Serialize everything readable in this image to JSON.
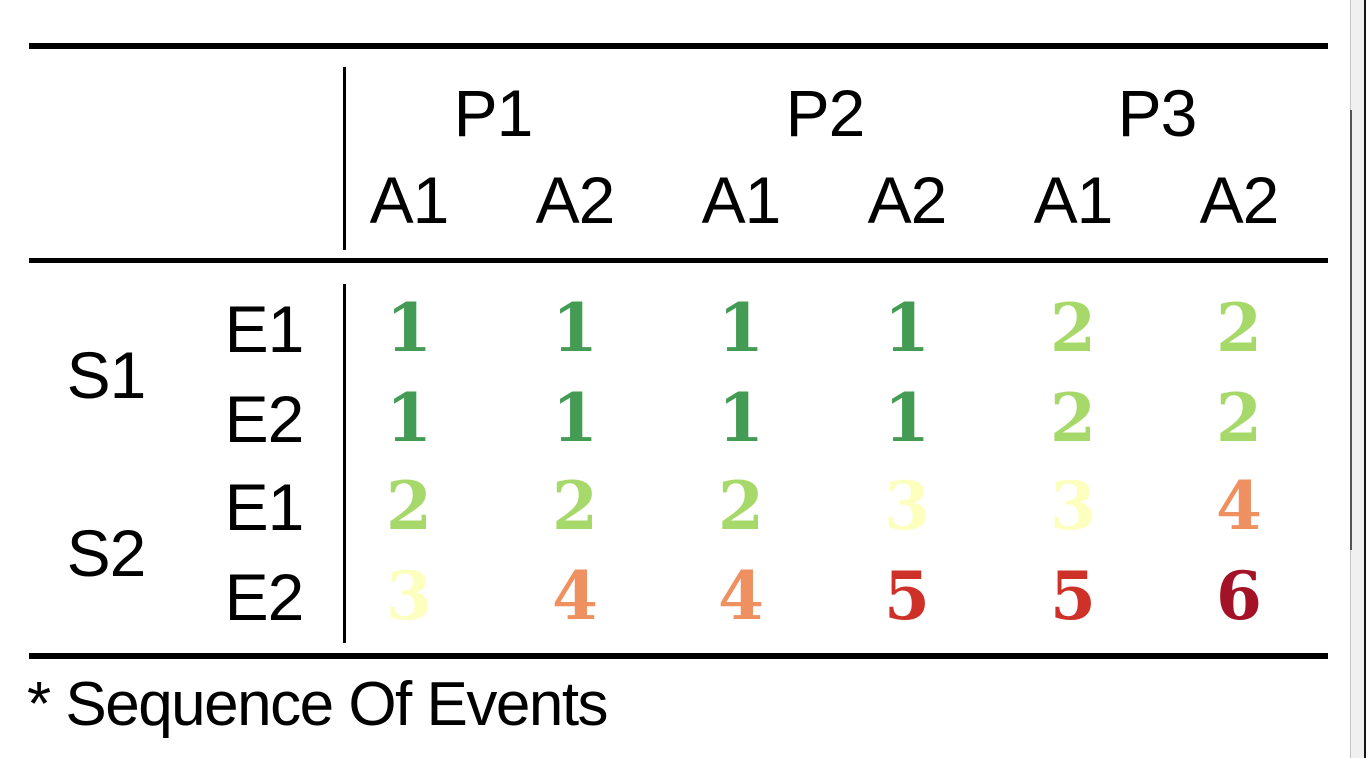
{
  "chart_data": {
    "type": "heatmap",
    "title": "",
    "column_groups": [
      "P1",
      "P2",
      "P3"
    ],
    "sub_columns": [
      "A1",
      "A2",
      "A1",
      "A2",
      "A1",
      "A2"
    ],
    "rows": [
      {
        "group": "S1",
        "event": "E1",
        "values": [
          1,
          1,
          1,
          1,
          2,
          2
        ]
      },
      {
        "group": "S1",
        "event": "E2",
        "values": [
          1,
          1,
          1,
          1,
          2,
          2
        ]
      },
      {
        "group": "S2",
        "event": "E1",
        "values": [
          2,
          2,
          2,
          3,
          3,
          4
        ]
      },
      {
        "group": "S2",
        "event": "E2",
        "values": [
          3,
          4,
          4,
          5,
          5,
          6
        ]
      }
    ],
    "row_groups": [
      "S1",
      "S2"
    ],
    "value_range": [
      1,
      6
    ],
    "value_colors": {
      "1": "#449b53",
      "2": "#a6d96a",
      "3": "#fdffbe",
      "4": "#ef9060",
      "5": "#cd3128",
      "6": "#a31227"
    },
    "legend": "none",
    "grid": "booktabs-rules",
    "footnote": "* Sequence Of Events"
  }
}
